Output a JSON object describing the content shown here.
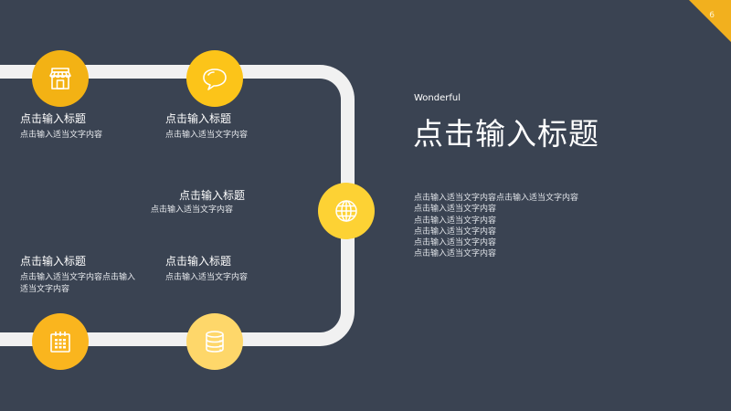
{
  "slide": {
    "page_number": "6",
    "colors": {
      "background": "#3a4352",
      "accent": "#f2b01e",
      "track": "#f1f1f1",
      "node_store": "#f3b214",
      "node_chat": "#fcc419",
      "node_globe": "#fdd234",
      "node_calendar": "#fab51e",
      "node_database": "#fed76a"
    },
    "nodes": [
      {
        "icon": "store-icon",
        "title": "点击输入标题",
        "body": "点击输入适当文字内容"
      },
      {
        "icon": "chat-bubble-icon",
        "title": "点击输入标题",
        "body": "点击输入适当文字内容"
      },
      {
        "icon": "globe-icon",
        "title": "点击输入标题",
        "body": "点击输入适当文字内容"
      },
      {
        "icon": "calendar-icon",
        "title": "点击输入标题",
        "body": "点击输入适当文字内容点击输入适当文字内容"
      },
      {
        "icon": "database-icon",
        "title": "点击输入标题",
        "body": "点击输入适当文字内容"
      }
    ],
    "right": {
      "subtitle": "Wonderful",
      "title": "点击输入标题",
      "paragraph": [
        "点击输入适当文字内容点击输入适当文字内容",
        "点击输入适当文字内容",
        "点击输入适当文字内容",
        "点击输入适当文字内容",
        "点击输入适当文字内容",
        "点击输入适当文字内容"
      ]
    }
  }
}
